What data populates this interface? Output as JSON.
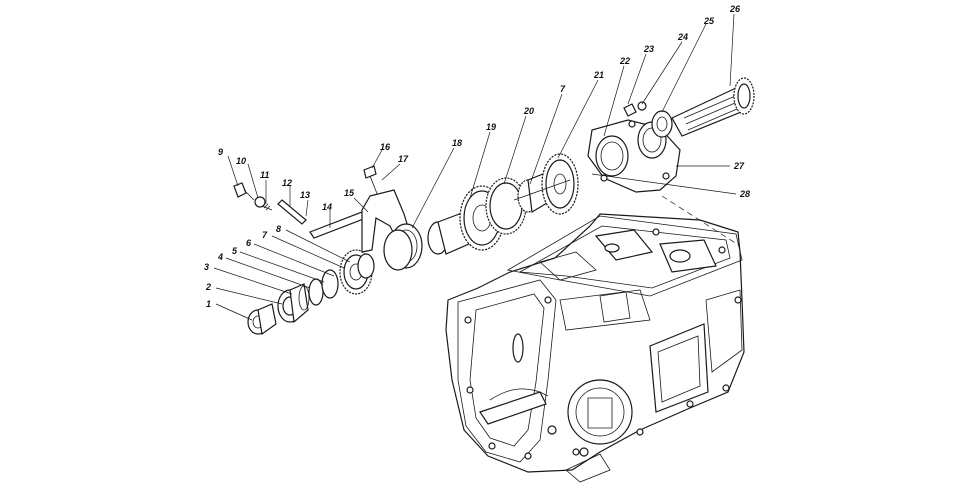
{
  "labels": [
    "1",
    "2",
    "3",
    "4",
    "5",
    "6",
    "7",
    "8",
    "9",
    "10",
    "11",
    "12",
    "13",
    "14",
    "15",
    "16",
    "17",
    "18",
    "19",
    "20",
    "7",
    "21",
    "22",
    "23",
    "24",
    "25",
    "26",
    "27",
    "28"
  ]
}
